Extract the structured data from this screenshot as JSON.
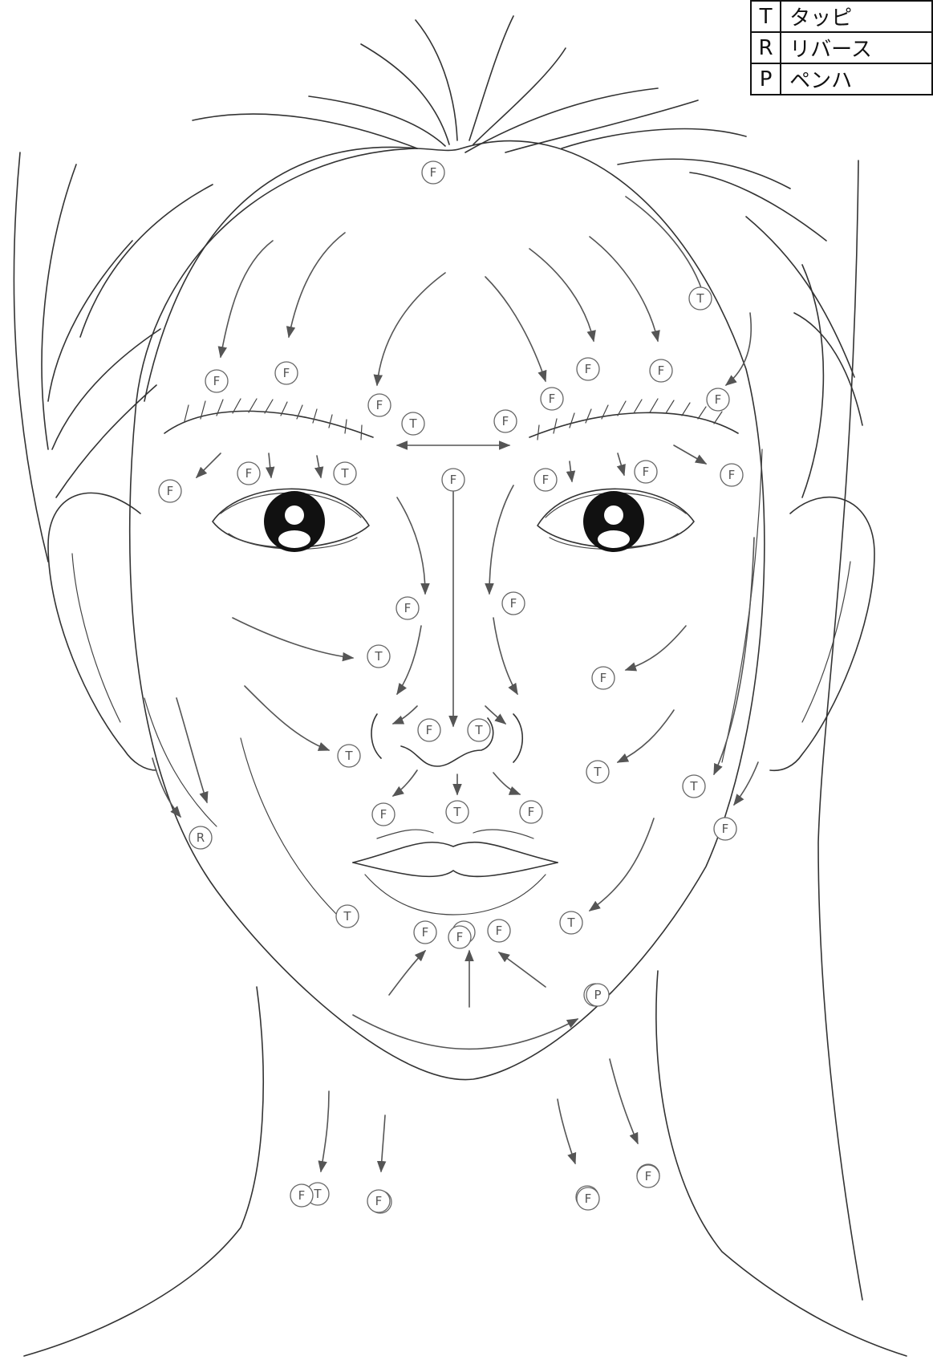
{
  "legend": {
    "rows": [
      {
        "code": "T",
        "label": "タッピ"
      },
      {
        "code": "R",
        "label": "リバース"
      },
      {
        "code": "P",
        "label": "ペンハ"
      }
    ]
  },
  "markers": [
    "F",
    "T",
    "F",
    "F",
    "F",
    "F",
    "F",
    "F",
    "F",
    "F",
    "T",
    "F",
    "T",
    "F",
    "F",
    "F",
    "F",
    "F",
    "F",
    "F",
    "T",
    "F",
    "T",
    "F",
    "T",
    "T",
    "F",
    "T",
    "T",
    "F",
    "F",
    "T",
    "R",
    "F",
    "F",
    "F",
    "T",
    "F",
    "T",
    "F",
    "F",
    "F",
    "F",
    "P",
    "F",
    "F",
    "F",
    "F"
  ],
  "colors": {
    "line": "#333333",
    "arrow": "#555555",
    "marker": "#666666",
    "eye": "#111111"
  }
}
